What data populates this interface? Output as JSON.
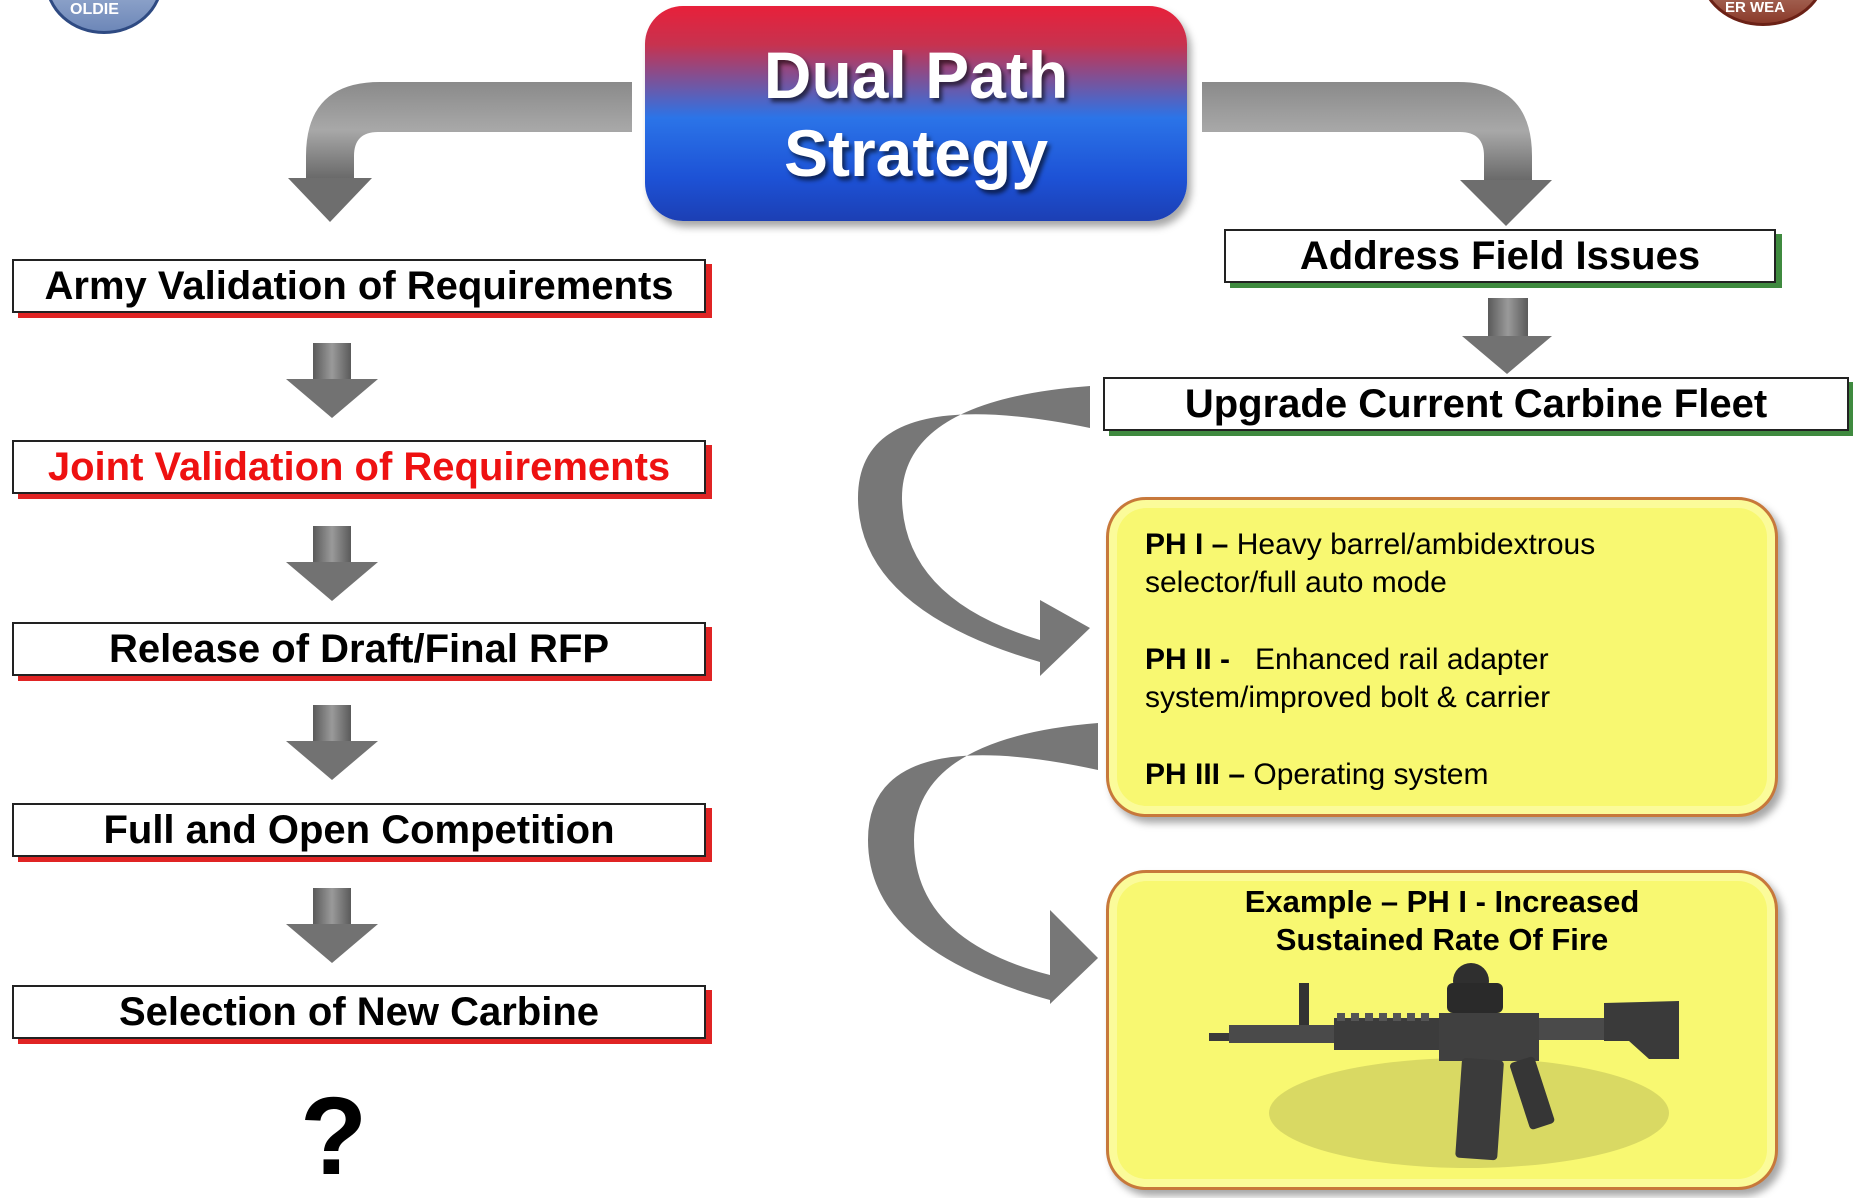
{
  "title": {
    "line1": "Dual Path",
    "line2": "Strategy"
  },
  "left_path": {
    "steps": [
      "Army Validation of Requirements",
      "Joint Validation of Requirements",
      "Release of Draft/Final RFP",
      "Full and Open Competition",
      "Selection of New Carbine"
    ],
    "question_mark": "?"
  },
  "right_path": {
    "step1": "Address Field Issues",
    "step2": "Upgrade Current Carbine Fleet",
    "phases": [
      {
        "label": "PH I –",
        "text": "Heavy barrel/ambidextrous",
        "text2": "selector/full auto mode"
      },
      {
        "label": "PH II -",
        "text": "Enhanced rail adapter",
        "text2": "system/improved bolt & carrier"
      },
      {
        "label": "PH III –",
        "text": "Operating system"
      }
    ],
    "example": {
      "line1": "Example – PH I - Increased",
      "line2": "Sustained Rate Of Fire"
    }
  },
  "logos": {
    "left_text": "OLDIE",
    "right_text": "ER WEA"
  },
  "colors": {
    "left_accent": "#e02424",
    "right_accent": "#3f8a3f",
    "highlight_text": "#ee1111",
    "phase_box": "#f8f871"
  }
}
